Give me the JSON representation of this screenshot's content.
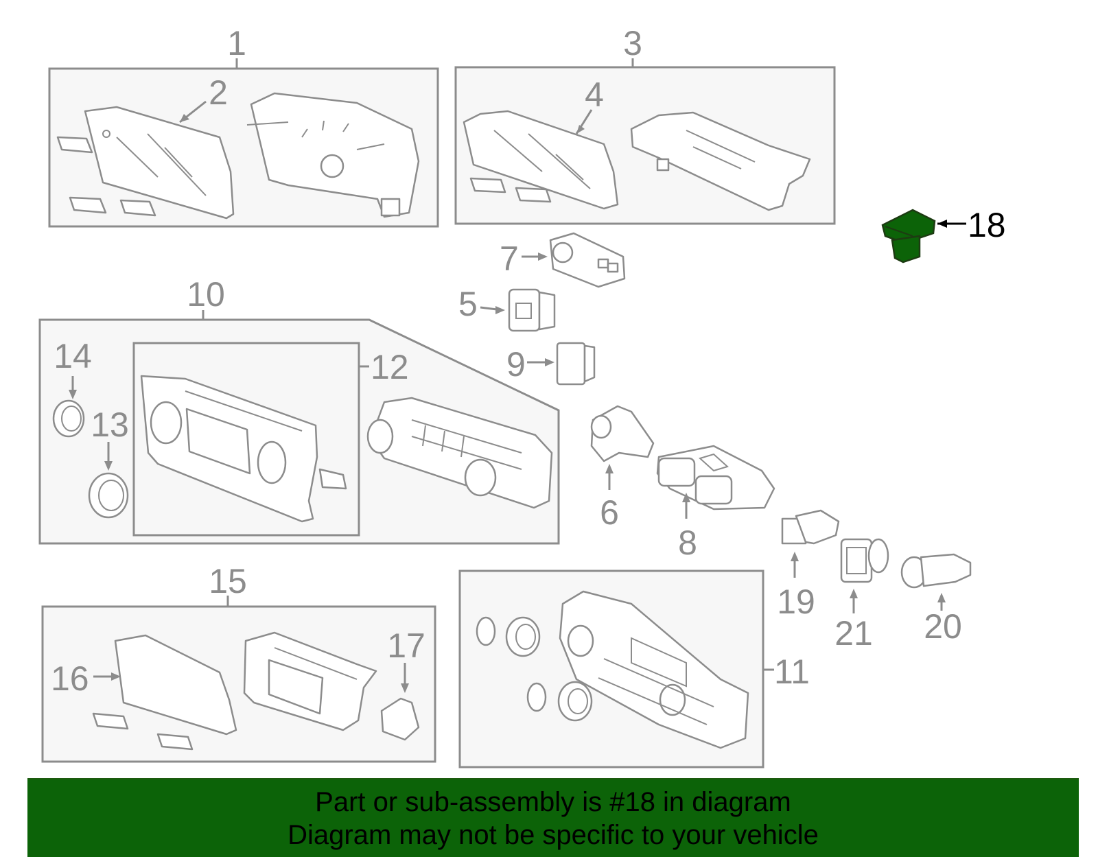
{
  "diagram": {
    "highlighted_part": "18",
    "highlight_color": "#0c6308",
    "line_color": "#8c8c8c",
    "callouts": {
      "c1": "1",
      "c2": "2",
      "c3": "3",
      "c4": "4",
      "c5": "5",
      "c6": "6",
      "c7": "7",
      "c8": "8",
      "c9": "9",
      "c10": "10",
      "c11": "11",
      "c12": "12",
      "c13": "13",
      "c14": "14",
      "c15": "15",
      "c16": "16",
      "c17": "17",
      "c18": "18",
      "c19": "19",
      "c20": "20",
      "c21": "21"
    }
  },
  "banner": {
    "line1": "Part or sub-assembly is #18 in diagram",
    "line2": "Diagram may not be specific to your vehicle",
    "background": "#0c6308"
  }
}
